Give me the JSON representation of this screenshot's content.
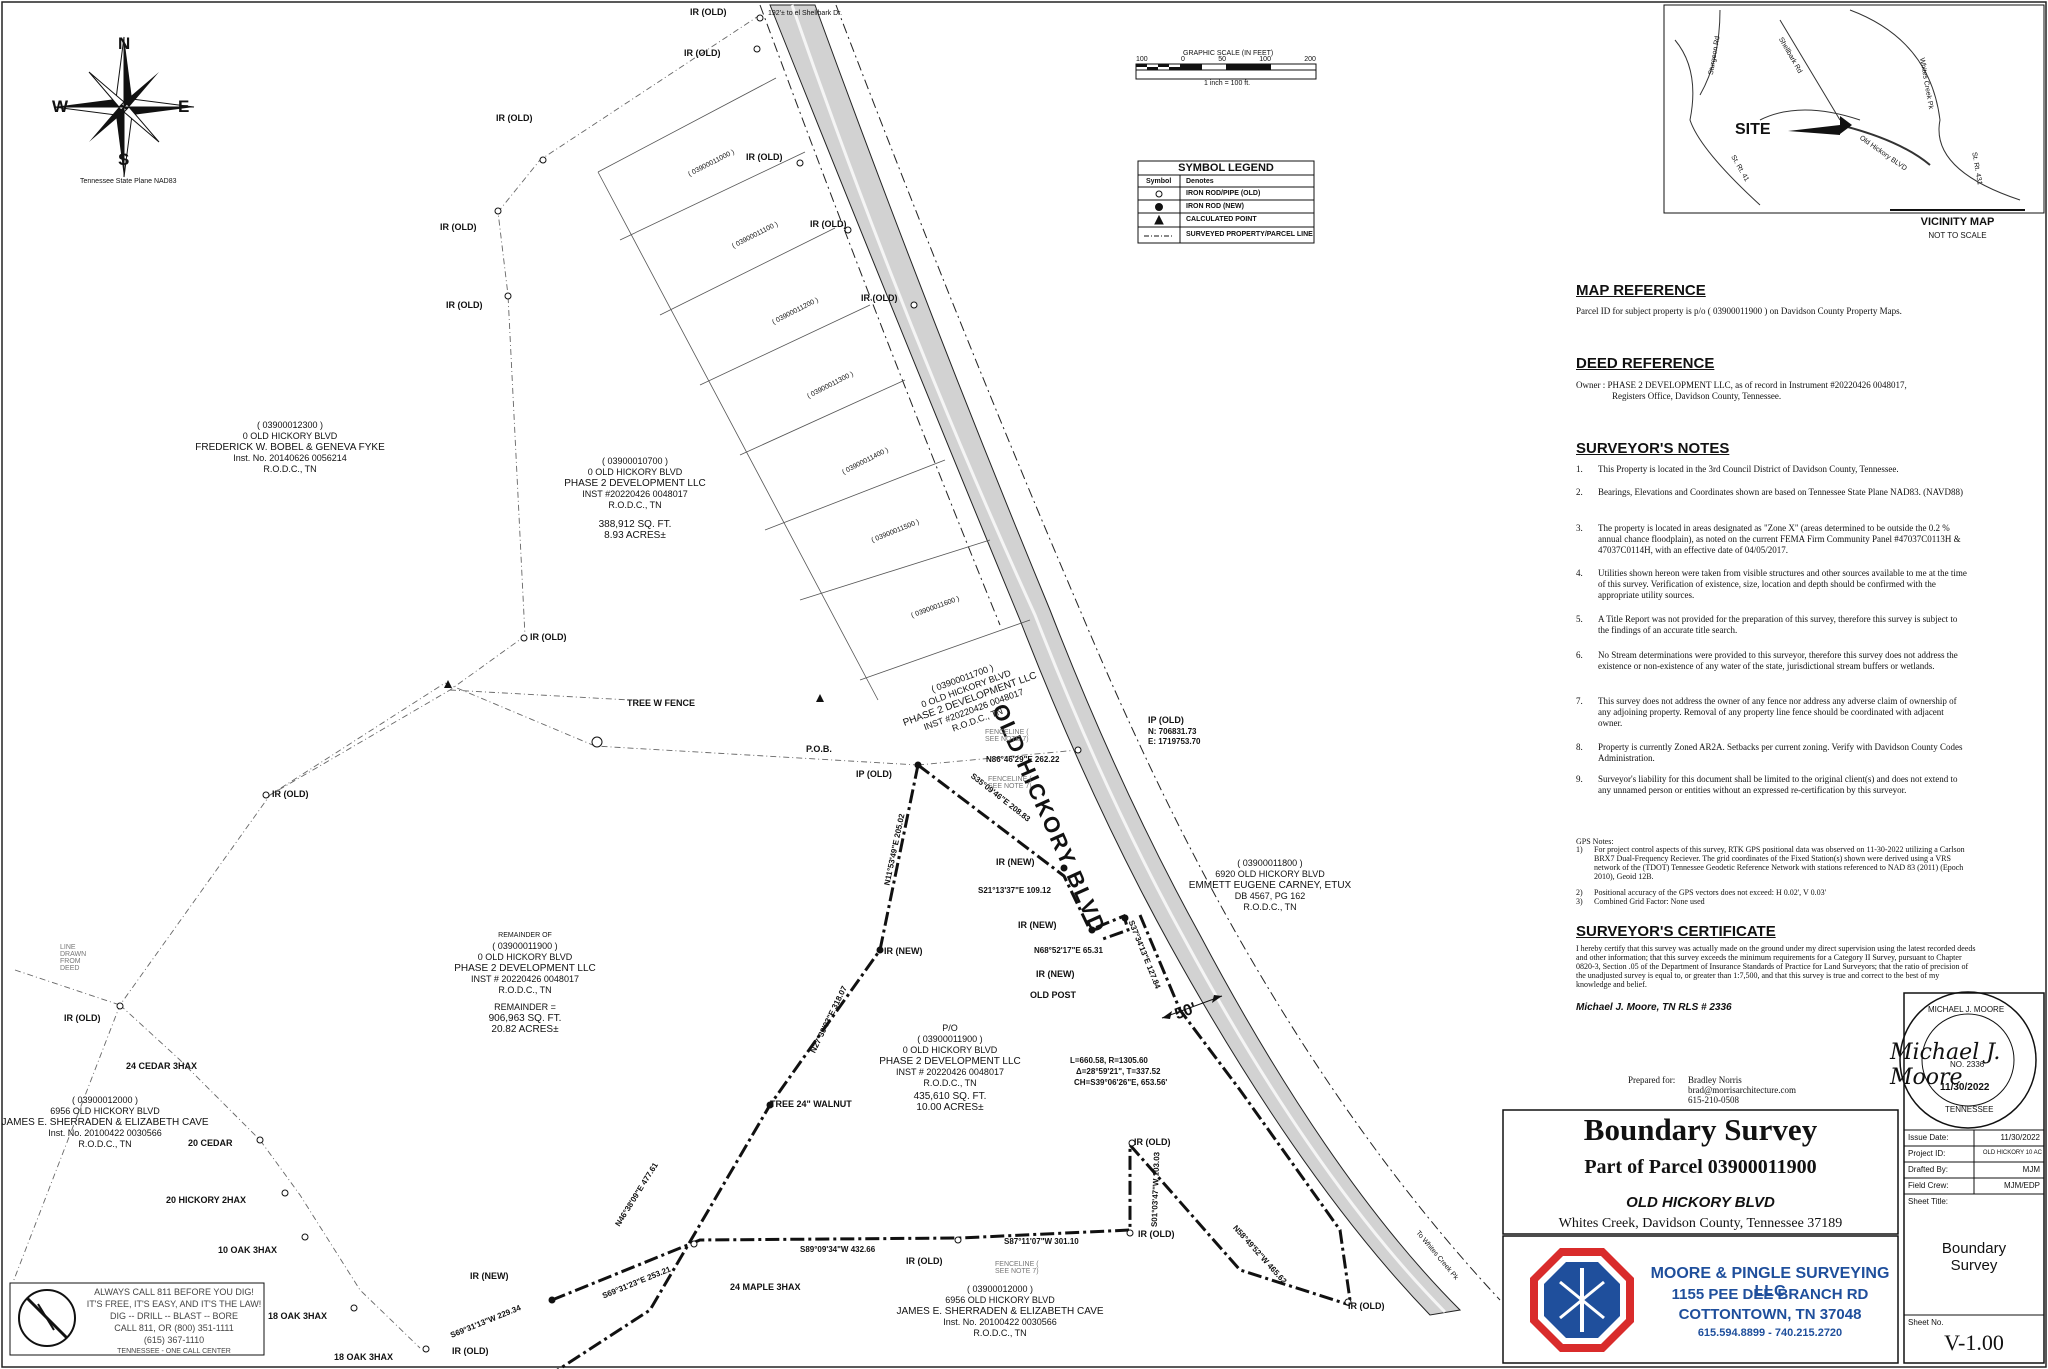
{
  "compass": {
    "n": "N",
    "s": "S",
    "e": "E",
    "w": "W",
    "caption": "Tennessee State Plane NAD83"
  },
  "scale": {
    "title": "GRAPHIC SCALE (IN FEET)",
    "ticks": [
      "100",
      "0",
      "50",
      "100",
      "200"
    ],
    "note": "1 inch = 100 ft."
  },
  "legend": {
    "title": "SYMBOL LEGEND",
    "col1": "Symbol",
    "col2": "Denotes",
    "rows": [
      "IRON ROD/PIPE (OLD)",
      "IRON ROD (NEW)",
      "CALCULATED POINT",
      "SURVEYED PROPERTY/PARCEL LINE"
    ]
  },
  "vicinity": {
    "title": "VICINITY MAP",
    "subtitle": "NOT TO SCALE",
    "site": "SITE",
    "roads": [
      "Sturgeon Rd",
      "Shellbark Rd",
      "Whites Creek Pk",
      "Old Hickory BLVD",
      "St. Rt. 41",
      "St. Rt. 431"
    ]
  },
  "map_reference": {
    "heading": "MAP REFERENCE",
    "text": "Parcel ID for subject property is p/o ( 03900011900 ) on Davidson County Property Maps."
  },
  "deed_reference": {
    "heading": "DEED REFERENCE",
    "line1": "Owner : PHASE 2 DEVELOPMENT LLC, as of record in Instrument #20220426 0048017,",
    "line2": "Registers Office, Davidson County, Tennessee."
  },
  "surveyor_notes": {
    "heading": "SURVEYOR'S NOTES",
    "items": [
      {
        "n": "1.",
        "t": "This Property is located in the 3rd Council District of Davidson County, Tennessee."
      },
      {
        "n": "2.",
        "t": "Bearings, Elevations and Coordinates shown are based on Tennessee State Plane NAD83. (NAVD88)"
      },
      {
        "n": "3.",
        "t": "The property is located in areas designated as \"Zone X\" (areas determined to be outside the 0.2 % annual chance floodplain), as noted on the current FEMA Firm Community Panel #47037C0113H & 47037C0114H, with an effective date of 04/05/2017."
      },
      {
        "n": "4.",
        "t": "Utilities shown hereon were taken from visible structures and other sources available to me at the time of this survey. Verification of existence, size, location and depth should be confirmed with the appropriate utility sources."
      },
      {
        "n": "5.",
        "t": "A Title Report was not provided for the preparation of this survey, therefore this survey is subject to the findings of an accurate title search."
      },
      {
        "n": "6.",
        "t": "No Stream determinations were provided to this surveyor, therefore this survey does not address the existence or non-existence of any water of the state, jurisdictional stream buffers or wetlands."
      },
      {
        "n": "7.",
        "t": "This survey does not address the owner of any fence nor address any adverse claim of ownership of any adjoining property. Removal of any property line fence should be coordinated with adjacent owner."
      },
      {
        "n": "8.",
        "t": "Property is currently Zoned AR2A. Setbacks per current zoning. Verify with Davidson County Codes Administration."
      },
      {
        "n": "9.",
        "t": "Surveyor's liability for this document shall be limited to the original client(s) and does not extend to any unnamed person or entities without an expressed re-certification by this surveyor."
      }
    ]
  },
  "gps_notes": {
    "heading": "GPS Notes:",
    "items": [
      {
        "n": "1)",
        "t": "For project control aspects of this survey, RTK GPS positional data was observed on 11-30-2022 utilizing a Carlson BRX7 Dual-Frequency Reciever. The grid coordinates of the Fixed Station(s) shown were derived using a VRS network of the (TDOT) Tennessee Geodetic Reference Network with stations referenced to NAD 83 (2011) (Epoch 2010), Geoid 12B."
      },
      {
        "n": "2)",
        "t": "Positional accuracy of the GPS vectors does not exceed: H 0.02', V 0.03'"
      },
      {
        "n": "3)",
        "t": "Combined Grid Factor: None used"
      }
    ]
  },
  "certificate": {
    "heading": "SURVEYOR'S CERTIFICATE",
    "text": "I hereby certify that this survey was actually made on the ground under my direct supervision using the latest recorded deeds and other information; that this survey exceeds the minimum requirements for a Category II Survey, pursuant to Chapter 0820-3, Section .05 of the Department of Insurance Standards of Practice for Land Surveyors; that the ratio of precision of the unadjusted survey is equal to, or greater than 1:7,500, and that this survey is true and correct to the best of my knowledge and belief.",
    "signer": "Michael J. Moore, TN RLS # 2336"
  },
  "prepared_for": {
    "label": "Prepared for:",
    "name": "Bradley Norris",
    "email": "brad@morrisarchitecture.com",
    "phone": "615-210-0508"
  },
  "stamp": {
    "name": "MICHAEL J. MOORE",
    "state": "TENNESSEE",
    "no": "NO. 2336",
    "date": "11/30/2022",
    "signature": "Michael J. Moore"
  },
  "title_block": {
    "title": "Boundary Survey",
    "subtitle": "Part of Parcel 03900011900",
    "road": "OLD HICKORY BLVD",
    "location": "Whites Creek, Davidson County, Tennessee 37189",
    "company": "MOORE & PINGLE SURVEYING LLC",
    "address1": "1155 PEE DEE BRANCH RD",
    "address2": "COTTONTOWN, TN 37048",
    "phones": "615.594.8899 - 740.215.2720"
  },
  "info_table": {
    "rows": [
      {
        "k": "Issue Date:",
        "v": "11/30/2022"
      },
      {
        "k": "Project ID:",
        "v": "OLD HICKORY 10 AC"
      },
      {
        "k": "Drafted By:",
        "v": "MJM"
      },
      {
        "k": "Field Crew:",
        "v": "MJM/EDP"
      }
    ],
    "sheet_title_label": "Sheet Title:",
    "sheet_title": "Boundary Survey",
    "sheet_no_label": "Sheet No.",
    "sheet_no": "V-1.00"
  },
  "call811": {
    "l1": "ALWAYS CALL 811 BEFORE YOU DIG!",
    "l2": "IT'S FREE, IT'S EASY, AND IT'S THE LAW!",
    "l3": "DIG -- DRILL -- BLAST -- BORE",
    "l4": "CALL 811, OR (800) 351-1111",
    "l5": "(615) 367-1110",
    "l6": "TENNESSEE - ONE CALL CENTER"
  },
  "road": {
    "name": "OLD HICKORY BLVD",
    "row": "50'",
    "to_shellbark": "192'± to el Shellbark Dr.",
    "to_whites": "To Whites Creek Pk"
  },
  "parcels": {
    "bobel": {
      "id": "( 03900012300 )",
      "addr": "0 OLD HICKORY BLVD",
      "owner": "FREDERICK W. BOBEL & GENEVA FYKE",
      "inst": "Inst. No. 20140626 0056214",
      "rodc": "R.O.D.C., TN"
    },
    "phase2_north": {
      "id": "( 03900010700 )",
      "addr": "0 OLD HICKORY BLVD",
      "owner": "PHASE 2 DEVELOPMENT LLC",
      "inst": "INST #20220426 0048017",
      "rodc": "R.O.D.C., TN",
      "area1": "388,912 SQ. FT.",
      "area2": "8.93 ACRES±"
    },
    "phase2_lot": {
      "id": "( 03900011700 )",
      "addr": "0 OLD HICKORY BLVD",
      "owner": "PHASE 2 DEVELOPMENT LLC",
      "inst": "INST #20220426 0048017",
      "rodc": "R.O.D.C., TN"
    },
    "lots": [
      "( 03900011000 )",
      "( 03900011100 )",
      "( 03900011200 )",
      "( 03900011300 )",
      "( 03900011400 )",
      "( 03900011500 )",
      "( 03900011600 )"
    ],
    "remainder": {
      "pre": "REMAINDER OF",
      "id": "( 03900011900 )",
      "addr": "0 OLD HICKORY BLVD",
      "owner": "PHASE 2 DEVELOPMENT LLC",
      "inst": "INST # 20220426 0048017",
      "rodc": "R.O.D.C., TN",
      "area0": "REMAINDER =",
      "area1": "906,963 SQ. FT.",
      "area2": "20.82 ACRES±"
    },
    "subject": {
      "pre": "P/O",
      "id": "( 03900011900 )",
      "addr": "0 OLD HICKORY BLVD",
      "owner": "PHASE 2 DEVELOPMENT LLC",
      "inst": "INST # 20220426 0048017",
      "rodc": "R.O.D.C., TN",
      "area1": "435,610 SQ. FT.",
      "area2": "10.00 ACRES±"
    },
    "carney": {
      "id": "( 03900011800 )",
      "addr": "6920 OLD HICKORY BLVD",
      "owner": "EMMETT EUGENE CARNEY, ETUX",
      "book": "DB 4567, PG 162",
      "rodc": "R.O.D.C., TN"
    },
    "sherraden_w": {
      "id": "( 03900012000 )",
      "addr": "6956 OLD HICKORY BLVD",
      "owner": "JAMES E. SHERRADEN & ELIZABETH CAVE",
      "inst": "Inst. No. 20100422 0030566",
      "rodc": "R.O.D.C., TN"
    },
    "sherraden_s": {
      "id": "( 03900012000 )",
      "addr": "6956 OLD HICKORY BLVD",
      "owner": "JAMES E. SHERRADEN & ELIZABETH CAVE",
      "inst": "Inst. No. 20100422 0030566",
      "rodc": "R.O.D.C., TN"
    }
  },
  "points": {
    "ir_old": "IR (OLD)",
    "ir_new": "IR (NEW)",
    "ip_old": "IP (OLD)",
    "old_post": "OLD POST",
    "pob": "P.O.B.",
    "tree_fence": "TREE W FENCE",
    "tree_walnut": "TREE 24\" WALNUT",
    "maple": "24 MAPLE 3HAX",
    "cedar3": "24 CEDAR 3HAX",
    "cedar20": "20 CEDAR",
    "hickory": "20 HICKORY 2HAX",
    "oak10": "10 OAK 3HAX",
    "oak18a": "18 OAK 3HAX",
    "oak18b": "18 OAK 3HAX",
    "line_drawn": "LINE DRAWN FROM DEED",
    "fenceline": "FENCELINE ( SEE NOTE 7)",
    "coords_n": "N: 706831.73",
    "coords_e": "E: 1719753.70"
  },
  "bearings": {
    "b1": "N86°46'29\"E 262.22",
    "b2": "S35°09'46\"E 208.83",
    "b3": "S21°13'37\"E 109.12",
    "b4": "N68°52'17\"E 65.31",
    "b5": "S37°34'13\"E 127.84",
    "b6": "N11°53'49\"E 205.02",
    "b7": "N27°39'03\"E 318.07",
    "b8": "N46°38'09\"E 477.61",
    "b9": "S69°31'13\"W 229.34",
    "b10": "S69°31'23\"E 253.21",
    "b11": "S89°09'34\"W 432.66",
    "b12": "S87°11'07\"W 301.10",
    "b13": "S01°03'47\"W 103.03",
    "b14": "N58°49'52\"W 465.62",
    "curve1": "L=660.58, R=1305.60",
    "curve2": "Δ=28°59'21\", T=337.52",
    "curve3": "CH=S39°06'26\"E, 653.56'"
  },
  "colors": {
    "road": "#d4d4d4",
    "ink": "#111111",
    "logo_red": "#d92b2b",
    "logo_blue": "#1f4f9c"
  }
}
